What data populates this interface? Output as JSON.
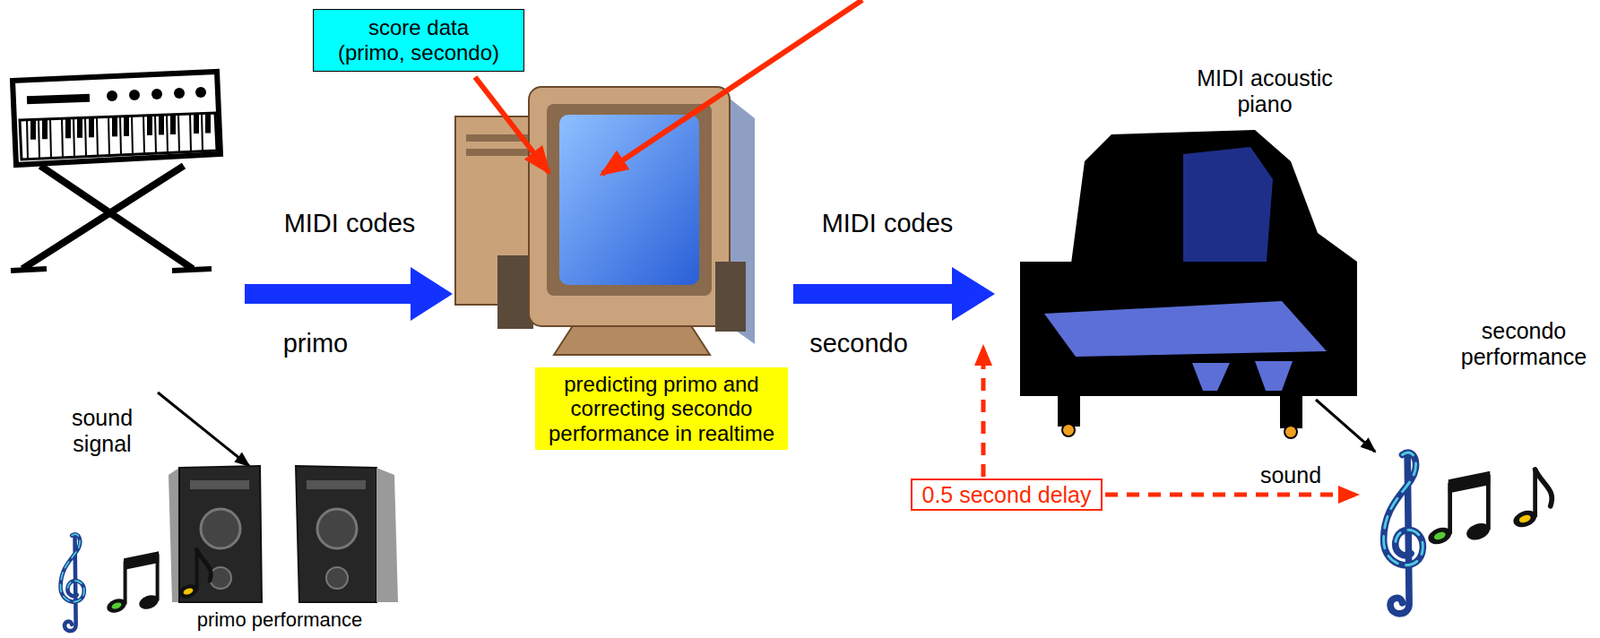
{
  "diagram": {
    "nodes": [
      {
        "text": [
          "score data (primo, secondo)"
        ]
      },
      {
        "text": [
          "predicting primo and correcting secondo performance in realtime"
        ]
      },
      {
        "text": [
          "0.5 second delay"
        ]
      }
    ],
    "labels": [
      "MIDI codes",
      "primo",
      "MIDI codes",
      "secondo",
      "MIDI acoustic piano",
      "sound signal",
      "primo performance",
      "secondo performance",
      "sound"
    ]
  }
}
